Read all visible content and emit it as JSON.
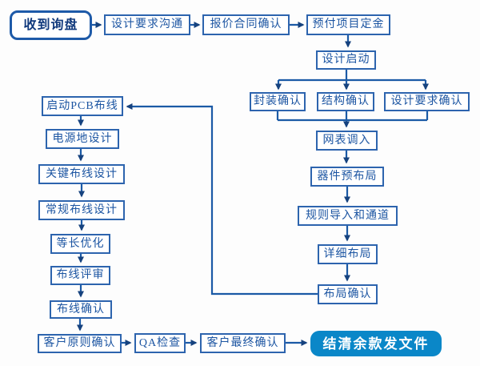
{
  "diagram": {
    "type": "flowchart",
    "language": "zh-CN",
    "colors": {
      "line": "#1b5aa6",
      "arrowhead": "#16427e",
      "box_border": "#2d64ae",
      "box_text": "#1c55a2",
      "start_text": "#10397c",
      "final_bg": "#0a87c8",
      "final_text": "#ffffff",
      "background": "#fdfdfd"
    },
    "nodes": {
      "received_inquiry": {
        "label": "收到询盘",
        "shape": "rounded"
      },
      "design_requirements_comm": {
        "label": "设计要求沟通",
        "shape": "rect"
      },
      "quote_contract_confirm": {
        "label": "报价合同确认",
        "shape": "rect"
      },
      "prepay_deposit": {
        "label": "预付项目定金",
        "shape": "rect"
      },
      "design_start": {
        "label": "设计启动",
        "shape": "rect"
      },
      "package_confirm": {
        "label": "封装确认",
        "shape": "rect"
      },
      "structure_confirm": {
        "label": "结构确认",
        "shape": "rect"
      },
      "design_req_confirm": {
        "label": "设计要求确认",
        "shape": "rect"
      },
      "netlist_import": {
        "label": "网表调入",
        "shape": "rect"
      },
      "component_prelayout": {
        "label": "器件预布局",
        "shape": "rect"
      },
      "rules_import_channel": {
        "label": "规则导入和通道",
        "shape": "rect"
      },
      "detailed_layout": {
        "label": "详细布局",
        "shape": "rect"
      },
      "layout_confirm": {
        "label": "布局确认",
        "shape": "rect"
      },
      "start_pcb_routing": {
        "label": "启动PCB布线",
        "shape": "rect"
      },
      "power_ground_design": {
        "label": "电源地设计",
        "shape": "rect"
      },
      "critical_routing_design": {
        "label": "关键布线设计",
        "shape": "rect"
      },
      "regular_routing_design": {
        "label": "常规布线设计",
        "shape": "rect"
      },
      "length_matching": {
        "label": "等长优化",
        "shape": "rect"
      },
      "routing_review": {
        "label": "布线评审",
        "shape": "rect"
      },
      "routing_confirm": {
        "label": "布线确认",
        "shape": "rect"
      },
      "customer_principle_confirm": {
        "label": "客户原则确认",
        "shape": "rect"
      },
      "qa_check": {
        "label": "QA检查",
        "shape": "rect"
      },
      "customer_final_confirm": {
        "label": "客户最终确认",
        "shape": "rect"
      },
      "settle_and_release": {
        "label": "结清余款发文件",
        "shape": "rounded-filled"
      }
    },
    "edges": [
      {
        "from": "received_inquiry",
        "to": "design_requirements_comm"
      },
      {
        "from": "design_requirements_comm",
        "to": "quote_contract_confirm"
      },
      {
        "from": "quote_contract_confirm",
        "to": "prepay_deposit"
      },
      {
        "from": "prepay_deposit",
        "to": "design_start"
      },
      {
        "from": "design_start",
        "to": "package_confirm"
      },
      {
        "from": "design_start",
        "to": "structure_confirm"
      },
      {
        "from": "design_start",
        "to": "design_req_confirm"
      },
      {
        "from": "package_confirm",
        "to": "netlist_import"
      },
      {
        "from": "structure_confirm",
        "to": "netlist_import"
      },
      {
        "from": "design_req_confirm",
        "to": "netlist_import"
      },
      {
        "from": "netlist_import",
        "to": "component_prelayout"
      },
      {
        "from": "component_prelayout",
        "to": "rules_import_channel"
      },
      {
        "from": "rules_import_channel",
        "to": "detailed_layout"
      },
      {
        "from": "detailed_layout",
        "to": "layout_confirm"
      },
      {
        "from": "layout_confirm",
        "to": "start_pcb_routing"
      },
      {
        "from": "start_pcb_routing",
        "to": "power_ground_design"
      },
      {
        "from": "power_ground_design",
        "to": "critical_routing_design"
      },
      {
        "from": "critical_routing_design",
        "to": "regular_routing_design"
      },
      {
        "from": "regular_routing_design",
        "to": "length_matching"
      },
      {
        "from": "length_matching",
        "to": "routing_review"
      },
      {
        "from": "routing_review",
        "to": "routing_confirm"
      },
      {
        "from": "routing_confirm",
        "to": "customer_principle_confirm"
      },
      {
        "from": "customer_principle_confirm",
        "to": "qa_check"
      },
      {
        "from": "qa_check",
        "to": "customer_final_confirm"
      },
      {
        "from": "customer_final_confirm",
        "to": "settle_and_release"
      }
    ]
  }
}
